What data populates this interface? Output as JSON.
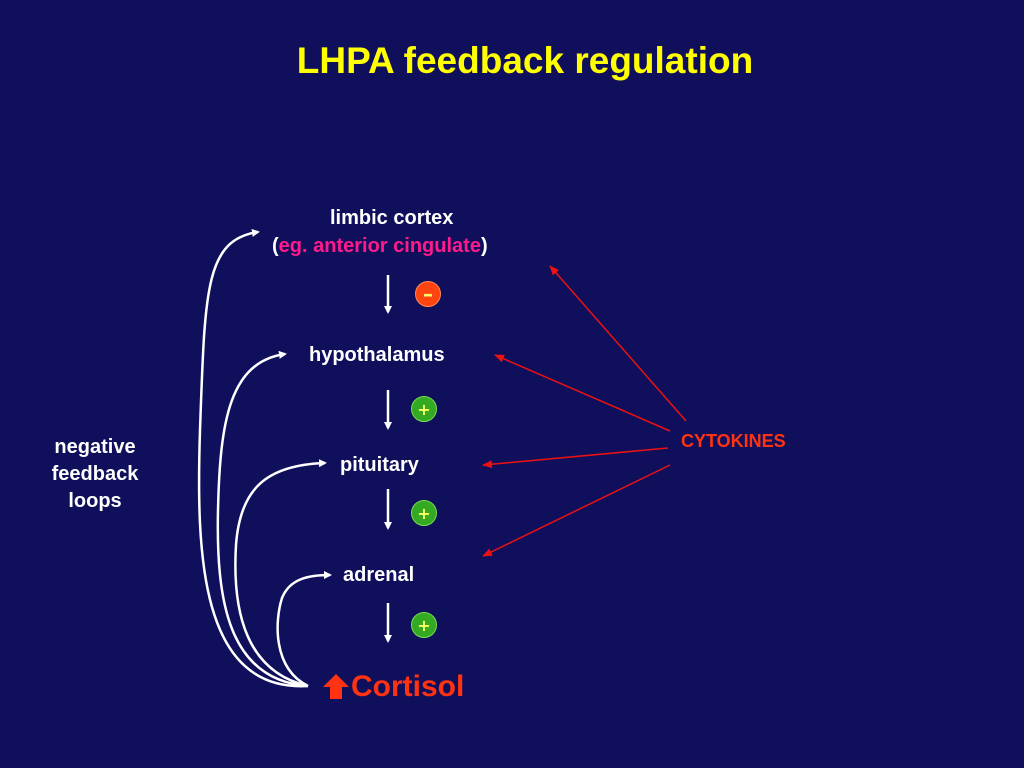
{
  "title": "LHPA feedback regulation",
  "nodes": {
    "limbic": "limbic cortex",
    "limbic_sub_open": "(",
    "limbic_sub_eg": "eg. anterior cingulate",
    "limbic_sub_close": ")",
    "hypothalamus": "hypothalamus",
    "pituitary": "pituitary",
    "adrenal": "adrenal",
    "cortisol": "Cortisol"
  },
  "signs": {
    "limbic_to_hypothalamus": "–",
    "hypothalamus_to_pituitary": "+",
    "pituitary_to_adrenal": "+",
    "adrenal_to_cortisol": "+"
  },
  "cytokines": "CYTOKINES",
  "feedback_label": [
    "negative",
    "feedback",
    "loops"
  ],
  "colors": {
    "background": "#0f0f5c",
    "title": "#ffff00",
    "cytokine_red": "#ff3311",
    "highlight_pink": "#ff1a8c",
    "plus_green": "#33aa22",
    "minus_orange": "#ff4411"
  }
}
